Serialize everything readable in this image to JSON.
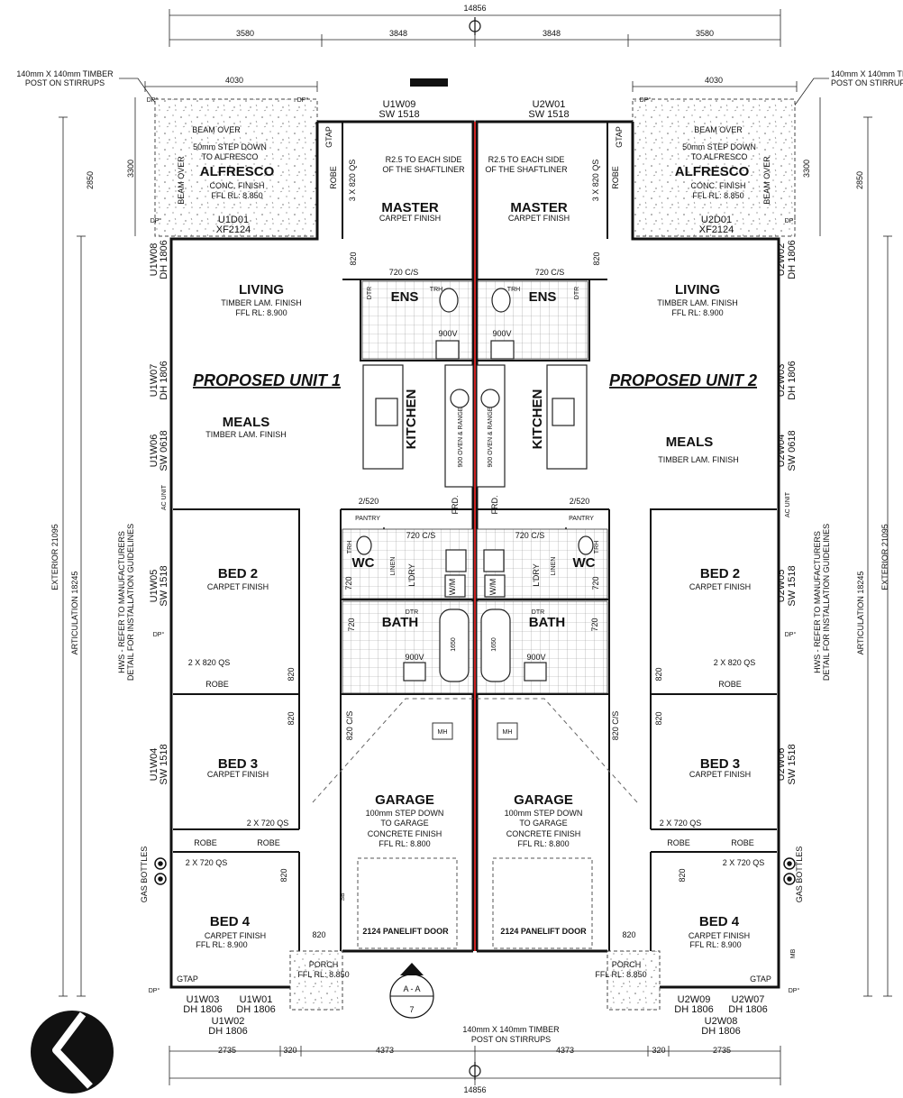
{
  "units": [
    "PROPOSED UNIT 1",
    "PROPOSED UNIT 2"
  ],
  "rooms": {
    "alfresco": {
      "name": "ALFRESCO",
      "beam_over": "BEAM OVER",
      "beam_over_side": "BEAM OVER",
      "step": [
        "50mm STEP DOWN",
        "TO ALFRESCO"
      ],
      "finish": "CONC. FINISH",
      "rl": "FFL RL: 8.850"
    },
    "master": {
      "name": "MASTER",
      "finish": "CARPET FINISH",
      "note": [
        "R2.5 TO EACH SIDE",
        "OF THE SHAFTLINER"
      ]
    },
    "living": {
      "name": "LIVING",
      "finish": "TIMBER LAM. FINISH",
      "rl": "FFL RL: 8.900"
    },
    "meals": {
      "name": "MEALS",
      "finish": "TIMBER LAM. FINISH"
    },
    "kitchen": {
      "name": "KITCHEN",
      "oven": "900 OVEN & RANGE",
      "pantry": "PANTRY",
      "fridge": "FRD."
    },
    "ens": {
      "name": "ENS",
      "trh": "TRH",
      "dtr": "DTR",
      "v": "900V"
    },
    "wc": {
      "name": "WC",
      "trh": "TRH",
      "linen": "LINEN"
    },
    "ldry": {
      "name": "L'DRY",
      "wm": "W/M"
    },
    "bath": {
      "name": "BATH",
      "dtr": "DTR",
      "v": "900V",
      "tub": "1650"
    },
    "bed2": {
      "name": "BED 2",
      "finish": "CARPET FINISH",
      "robe_doors": "2 X 820 QS",
      "robe": "ROBE"
    },
    "bed3": {
      "name": "BED 3",
      "finish": "CARPET FINISH",
      "robe_doors": "2 X 720 QS",
      "robe": "ROBE"
    },
    "bed4": {
      "name": "BED 4",
      "finish": "CARPET FINISH",
      "rl": "FFL RL: 8.900",
      "robe_doors": "2 X 720 QS"
    },
    "garage": {
      "name": "GARAGE",
      "step": [
        "100mm STEP DOWN",
        "TO GARAGE"
      ],
      "finish": "CONCRETE FINISH",
      "rl": "FFL RL: 8.800",
      "door": "2124 PANELIFT DOOR",
      "mh": "MH"
    },
    "porch": {
      "name": "PORCH",
      "rl": "FFL RL: 8.850"
    },
    "robe": "ROBE",
    "gtap": "GTAP",
    "dp": "DP°",
    "acunit": "AC UNIT",
    "sb": "SB",
    "mb": "MB",
    "robe_door": "3 X 820 QS",
    "linen_door": "2/520",
    "cs820": "820 C/S",
    "cs720": "720 C/S"
  },
  "windows": {
    "u1": {
      "w09": [
        "U1W09",
        "SW 1518"
      ],
      "d01": [
        "U1D01",
        "XF2124"
      ],
      "w08": [
        "U1W08",
        "DH 1806"
      ],
      "w07": [
        "U1W07",
        "DH 1806"
      ],
      "w06": [
        "U1W06",
        "SW 0618"
      ],
      "w05": [
        "U1W05",
        "SW 1518"
      ],
      "w04": [
        "U1W04",
        "SW 1518"
      ],
      "w03": [
        "U1W03",
        "DH 1806"
      ],
      "w01": [
        "U1W01",
        "DH 1806"
      ],
      "w02": [
        "U1W02",
        "DH 1806"
      ]
    },
    "u2": {
      "w01": [
        "U2W01",
        "SW 1518"
      ],
      "d01": [
        "U2D01",
        "XF2124"
      ],
      "w02": [
        "U2W02",
        "DH 1806"
      ],
      "w03": [
        "U2W03",
        "DH 1806"
      ],
      "w04": [
        "U2W04",
        "SW 0618"
      ],
      "w05": [
        "U2W05",
        "SW 1518"
      ],
      "w06": [
        "U2W06",
        "SW 1518"
      ],
      "w09": [
        "U2W09",
        "DH 1806"
      ],
      "w07": [
        "U2W07",
        "DH 1806"
      ],
      "w08": [
        "U2W08",
        "DH 1806"
      ]
    }
  },
  "dimensions": {
    "overall": "14856",
    "top": [
      "3580",
      "3848",
      "3848",
      "3580"
    ],
    "alfresco_w": "4030",
    "alfresco_h": "3300",
    "side_top": "2850",
    "exterior": "EXTERIOR 21095",
    "articulation": "ARTICULATION 18245",
    "bottom": [
      "2735",
      "320",
      "4373",
      "4373",
      "320",
      "2735"
    ],
    "door_820": "820",
    "door_720": "720"
  },
  "notes": {
    "post": [
      "140mm X 140mm TIMBER",
      "POST ON STIRRUPS"
    ],
    "hws": [
      "HWS - REFER TO MANUFACTURERS",
      "DETAIL FOR INSTALLATION GUIDELINES"
    ],
    "gas": "GAS BOTTLES",
    "centerline": "CL",
    "section": "A - A",
    "section_sheet": "7"
  }
}
